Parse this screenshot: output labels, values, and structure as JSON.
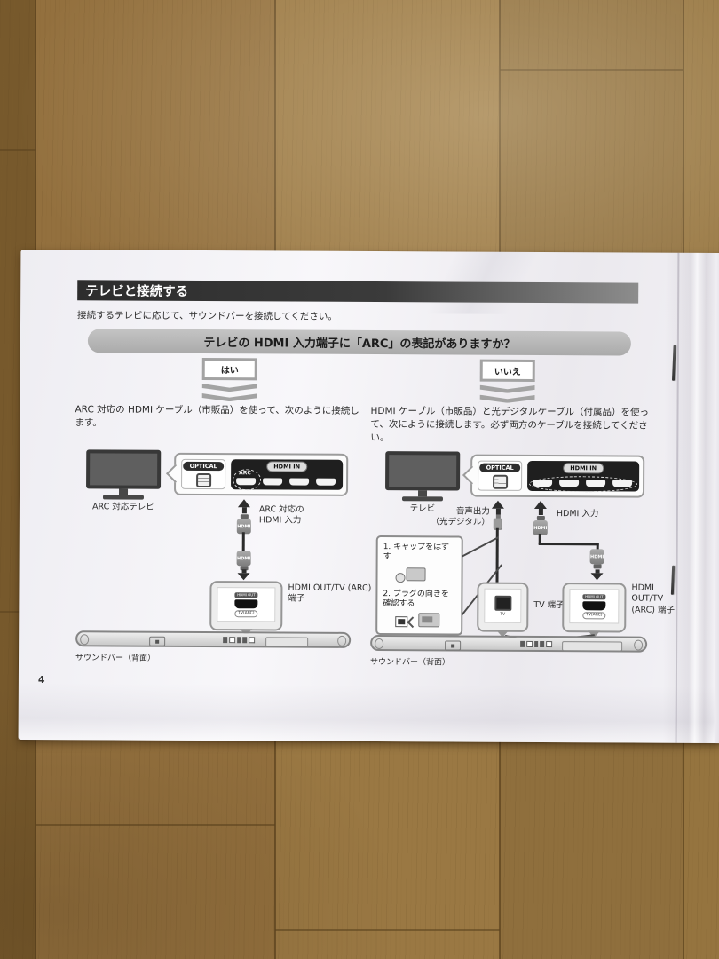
{
  "page": {
    "number": "4",
    "title": "テレビと接続する",
    "intro": "接続するテレビに応じて、サウンドバーを接続してください。",
    "question": "テレビの HDMI 入力端子に「ARC」の表記がありますか？",
    "branch_yes": "はい",
    "branch_no": "いいえ"
  },
  "labels": {
    "optical": "OPTICAL",
    "hdmi_in": "HDMI IN",
    "arc": "ARC",
    "hdmi_plug": "HDMI",
    "hdmi_out_small": "HDMI OUT",
    "tv_arc_small": "TV(ARC)",
    "tv_small": "TV",
    "soundbar_rear": "サウンドバー（背面）"
  },
  "left_column": {
    "paragraph": "ARC 対応の HDMI ケーブル（市販品）を使って、次のように接続します。",
    "tv_caption": "ARC 対応テレビ",
    "hdmi_input_caption": "ARC 対応の\nHDMI 入力",
    "port_caption": "HDMI OUT/TV (ARC)\n端子"
  },
  "right_column": {
    "paragraph": "HDMI ケーブル（市販品）と光デジタルケーブル（付属品）を使って、次にように接続します。必ず両方のケーブルを接続してください。",
    "tv_caption": "テレビ",
    "audio_out_caption": "音声出力\n（光デジタル）",
    "hdmi_input_caption": "HDMI 入力",
    "step1": "1. キャップをはずす",
    "step2": "2. プラグの向きを\n確認する",
    "tv_port_caption": "TV 端子",
    "hdmi_port_caption": "HDMI\nOUT/TV\n(ARC) 端子"
  }
}
